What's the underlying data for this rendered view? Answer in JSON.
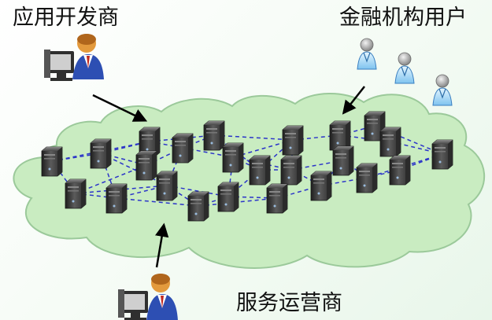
{
  "labels": {
    "app_developer": "应用开发商",
    "financial_users": "金融机构用户",
    "service_operator": "服务运营商"
  },
  "colors": {
    "cloud_fill": "#c9ecc1",
    "cloud_stroke": "#9bc99a",
    "link_color": "#2b34c9",
    "arrow_color": "#000000",
    "server_body": "#3f3f3f"
  },
  "icons": {
    "developer": "person-at-computer-icon",
    "financial_user": "user-avatar-icon",
    "operator": "person-at-computer-icon",
    "node": "server-tower-icon"
  },
  "network": {
    "node_count": 24,
    "link_style": "dashed"
  }
}
